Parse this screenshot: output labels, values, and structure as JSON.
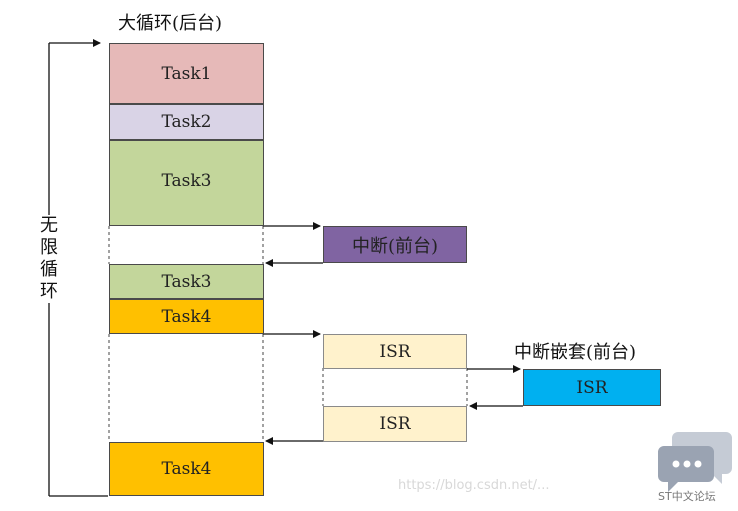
{
  "labels": {
    "main_loop": "大循环(后台)",
    "infinite_loop": "无限循环",
    "interrupt": "中断(前台)",
    "nested_interrupt": "中断嵌套(前台)"
  },
  "tasks": [
    {
      "label": "Task1",
      "color": "#E6B9B8"
    },
    {
      "label": "Task2",
      "color": "#D9D3E6"
    },
    {
      "label": "Task3",
      "color": "#C3D69B"
    },
    {
      "label": "Task3",
      "color": "#C3D69B"
    },
    {
      "label": "Task4",
      "color": "#FFC000"
    },
    {
      "label": "Task4",
      "color": "#FFC000"
    }
  ],
  "interrupt_box": {
    "label": "",
    "color": "#8064A2"
  },
  "isr_boxes": [
    {
      "label": "ISR",
      "color": "#FFF2CC"
    },
    {
      "label": "ISR",
      "color": "#00B0F0"
    },
    {
      "label": "ISR",
      "color": "#FFF2CC"
    }
  ],
  "logo": {
    "text": "ST中文论坛",
    "color": "#A6AEBC"
  },
  "watermark": "https://blog.csdn.net/..."
}
